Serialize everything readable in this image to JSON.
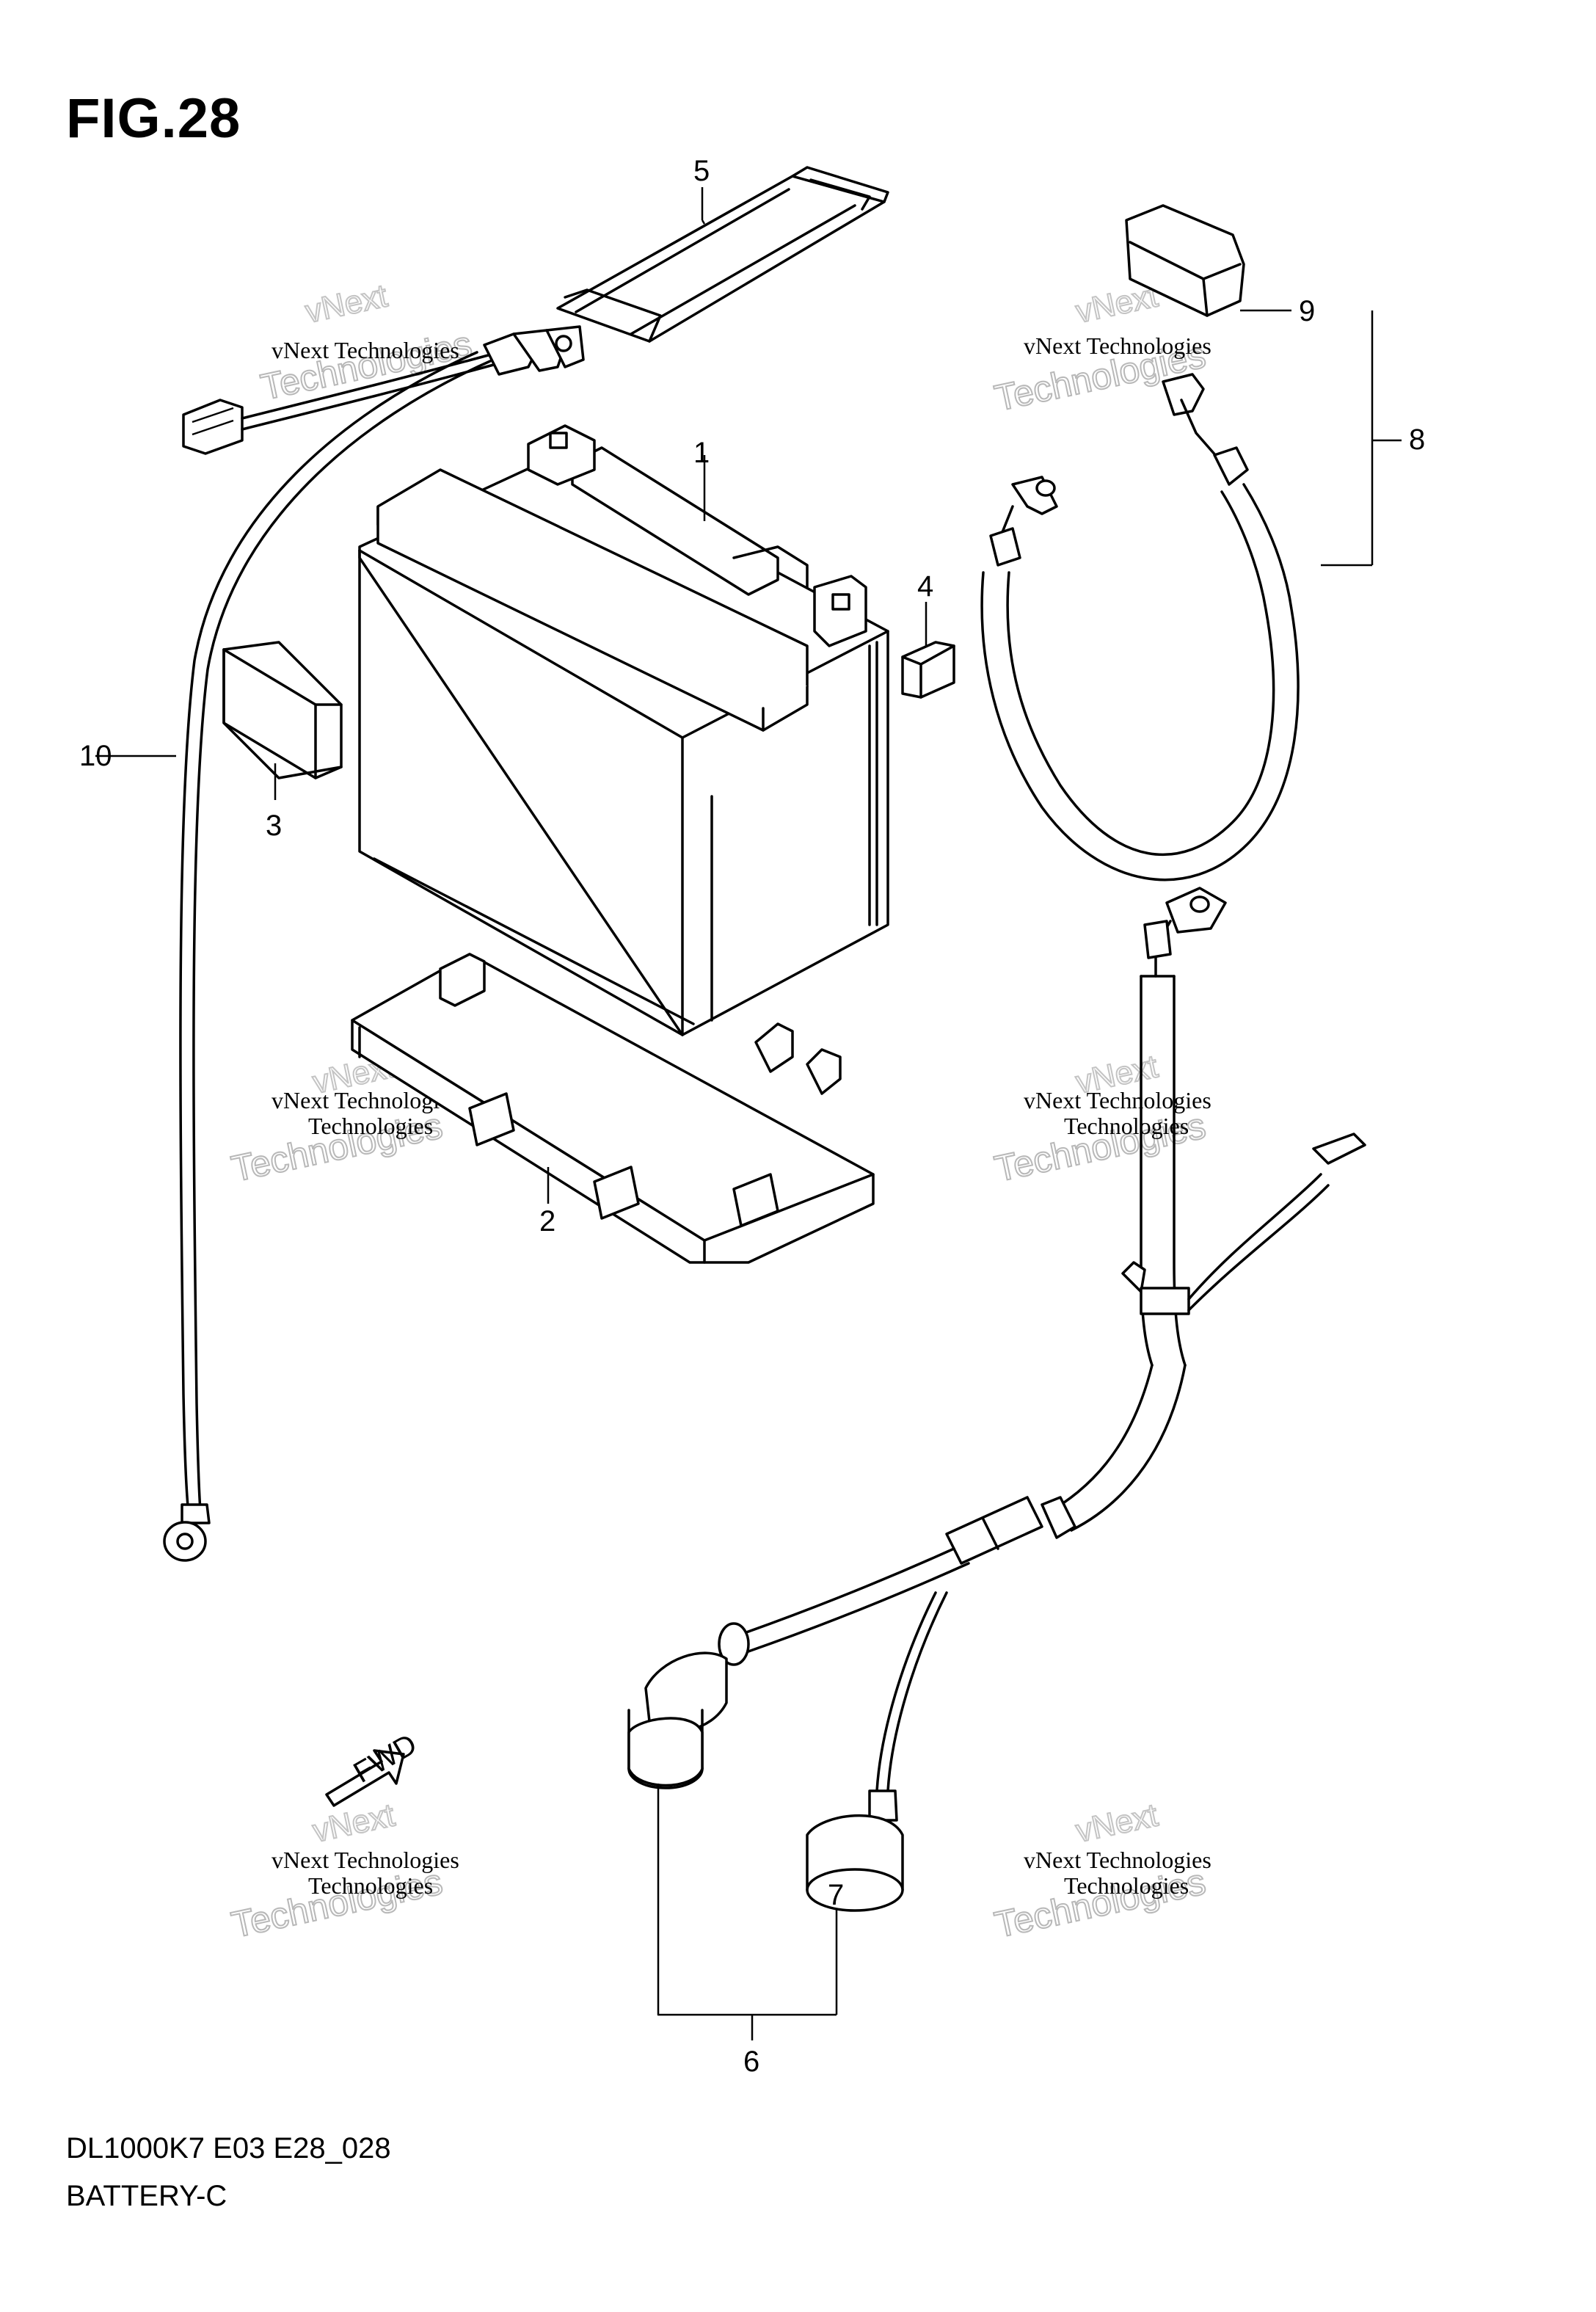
{
  "figure": {
    "title": "FIG.28"
  },
  "footer": {
    "model_code": "DL1000K7 E03 E28_028",
    "section": "BATTERY-C"
  },
  "callouts": [
    "1",
    "2",
    "3",
    "4",
    "5",
    "6",
    "7",
    "8",
    "9",
    "10"
  ],
  "watermark": {
    "line1": "vNext Technologies",
    "line2": "Technologies",
    "line3": "vNext"
  },
  "fwd_label": "FWD"
}
